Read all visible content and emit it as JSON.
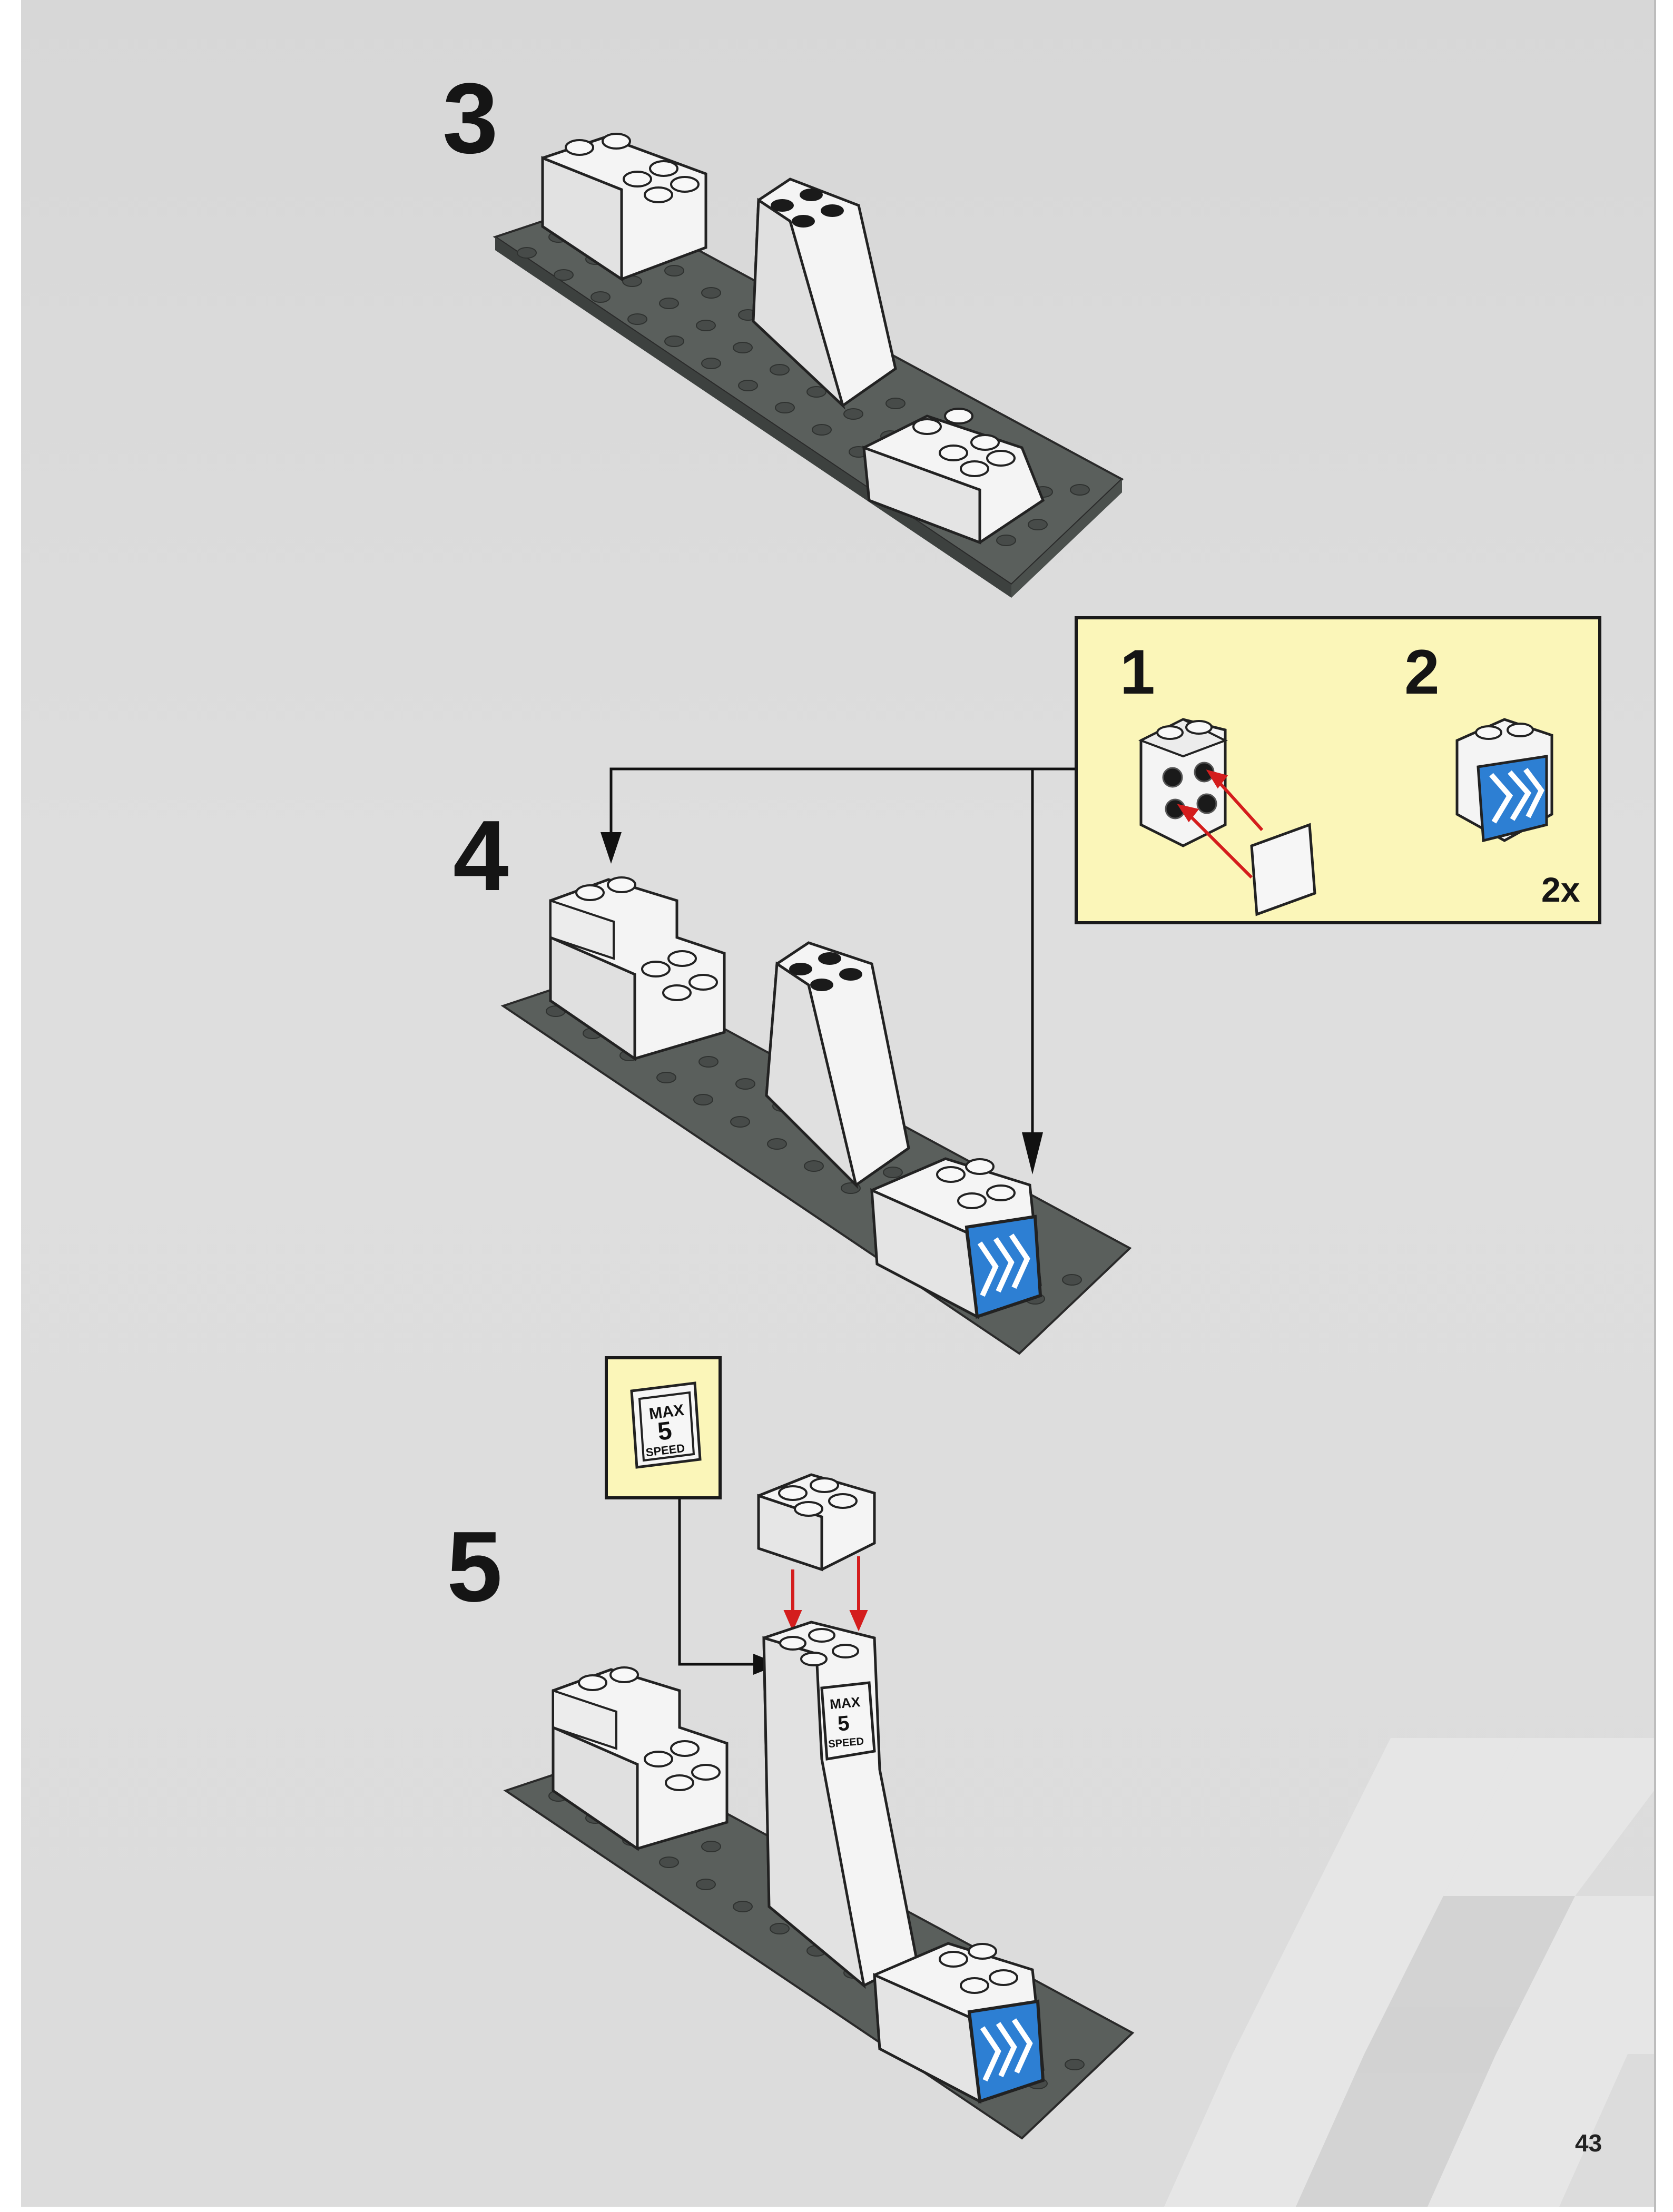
{
  "steps": [
    {
      "number": "3"
    },
    {
      "number": "4"
    },
    {
      "number": "5"
    }
  ],
  "substeps": {
    "first": "1",
    "second": "2",
    "quantity": "2x"
  },
  "sign": {
    "line1": "MAX",
    "line2": "5",
    "line3": "SPEED"
  },
  "page_number": "43",
  "colors": {
    "page_background": "#dcdcdc",
    "callout_background": "#fbf6b9",
    "baseplate": "#5a5f5c",
    "brick_white": "#f4f4f4",
    "arrow_red": "#d41d1d",
    "chevron_blue": "#2d7fd3"
  }
}
